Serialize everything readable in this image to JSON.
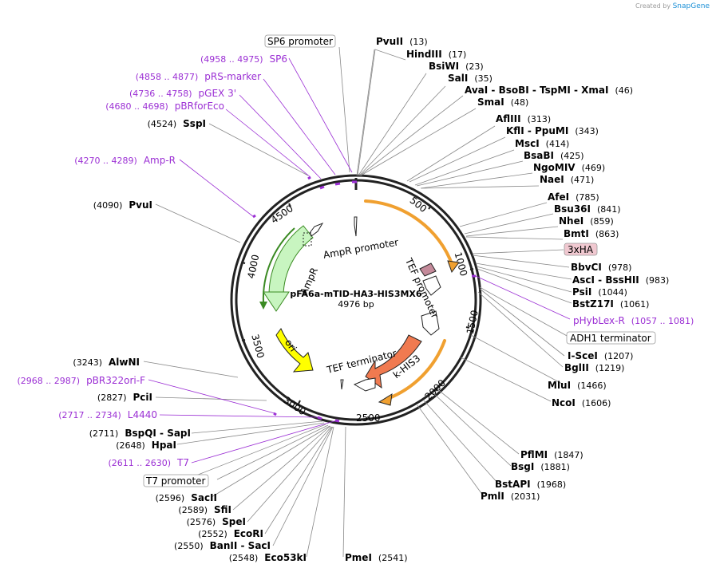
{
  "credit": {
    "prefix": "Created by",
    "brand": "SnapGene"
  },
  "plasmid": {
    "name": "pFA6a-mTID-HA3-HIS3MX6",
    "length": "4976 bp"
  },
  "ticks": [
    "500",
    "1000",
    "1500",
    "2000",
    "2500",
    "3000",
    "3500",
    "4000",
    "4500"
  ],
  "features": {
    "ampr_promoter": "AmpR promoter",
    "tef_promoter": "TEF promoter",
    "tef_terminator": "TEF terminator",
    "ampr": "AmpR",
    "ori": "ori",
    "khis3": "k-HIS3"
  },
  "boxed_labels": {
    "sp6_promoter": "SP6 promoter",
    "t7_promoter": "T7 promoter",
    "ha3x": "3xHA",
    "adh1_terminator": "ADH1 terminator"
  },
  "right_sites": [
    {
      "name": "PvuII",
      "pos": "(13)"
    },
    {
      "name": "HindIII",
      "pos": "(17)"
    },
    {
      "name": "BsiWI",
      "pos": "(23)"
    },
    {
      "name": "SalI",
      "pos": "(35)"
    },
    {
      "name": "AvaI - BsoBI - TspMI - XmaI",
      "pos": "(46)"
    },
    {
      "name": "SmaI",
      "pos": "(48)"
    },
    {
      "name": "AflIII",
      "pos": "(313)"
    },
    {
      "name": "KflI - PpuMI",
      "pos": "(343)"
    },
    {
      "name": "MscI",
      "pos": "(414)"
    },
    {
      "name": "BsaBI",
      "pos": "(425)"
    },
    {
      "name": "NgoMIV",
      "pos": "(469)"
    },
    {
      "name": "NaeI",
      "pos": "(471)"
    },
    {
      "name": "AfeI",
      "pos": "(785)"
    },
    {
      "name": "Bsu36I",
      "pos": "(841)"
    },
    {
      "name": "NheI",
      "pos": "(859)"
    },
    {
      "name": "BmtI",
      "pos": "(863)"
    },
    {
      "name": "BbvCI",
      "pos": "(978)"
    },
    {
      "name": "AscI - BssHII",
      "pos": "(983)"
    },
    {
      "name": "PsiI",
      "pos": "(1044)"
    },
    {
      "name": "BstZ17I",
      "pos": "(1061)"
    },
    {
      "name": "I-SceI",
      "pos": "(1207)"
    },
    {
      "name": "BglII",
      "pos": "(1219)"
    },
    {
      "name": "MluI",
      "pos": "(1466)"
    },
    {
      "name": "NcoI",
      "pos": "(1606)"
    },
    {
      "name": "PflMI",
      "pos": "(1847)"
    },
    {
      "name": "BsgI",
      "pos": "(1881)"
    },
    {
      "name": "BstAPI",
      "pos": "(1968)"
    },
    {
      "name": "PmlI",
      "pos": "(2031)"
    }
  ],
  "primer_right": {
    "name": "pHybLex-R",
    "range": "(1057 .. 1081)"
  },
  "left_primers": [
    {
      "range": "(4958 .. 4975)",
      "name": "SP6"
    },
    {
      "range": "(4858 .. 4877)",
      "name": "pRS-marker"
    },
    {
      "range": "(4736 .. 4758)",
      "name": "pGEX 3'"
    },
    {
      "range": "(4680 .. 4698)",
      "name": "pBRforEco"
    },
    {
      "range": "(4270 .. 4289)",
      "name": "Amp-R"
    },
    {
      "range": "(2968 .. 2987)",
      "name": "pBR322ori-F"
    },
    {
      "range": "(2717 .. 2734)",
      "name": "L4440"
    },
    {
      "range": "(2611 .. 2630)",
      "name": "T7"
    }
  ],
  "left_sites": [
    {
      "pos": "(4524)",
      "name": "SspI"
    },
    {
      "pos": "(4090)",
      "name": "PvuI"
    },
    {
      "pos": "(3243)",
      "name": "AlwNI"
    },
    {
      "pos": "(2827)",
      "name": "PciI"
    },
    {
      "pos": "(2711)",
      "name": "BspQI - SapI"
    },
    {
      "pos": "(2648)",
      "name": "HpaI"
    },
    {
      "pos": "(2596)",
      "name": "SacII"
    },
    {
      "pos": "(2589)",
      "name": "SfiI"
    },
    {
      "pos": "(2576)",
      "name": "SpeI"
    },
    {
      "pos": "(2552)",
      "name": "EcoRI"
    },
    {
      "pos": "(2550)",
      "name": "BanII - SacI"
    },
    {
      "pos": "(2548)",
      "name": "Eco53kI"
    }
  ],
  "bottom_site": {
    "name": "PmeI",
    "pos": "(2541)"
  },
  "colors": {
    "backbone": "#222222",
    "primer": "#9b2fd4",
    "orange_feature": "#f0a030",
    "ampr": "#c8f5c0",
    "ampr_stroke": "#3a8a22",
    "ori": "#ffff00",
    "khis3": "#f07a50",
    "ha": "#c48a9a",
    "ha_box": "#f0c8d0",
    "tef": "#ffffff"
  }
}
